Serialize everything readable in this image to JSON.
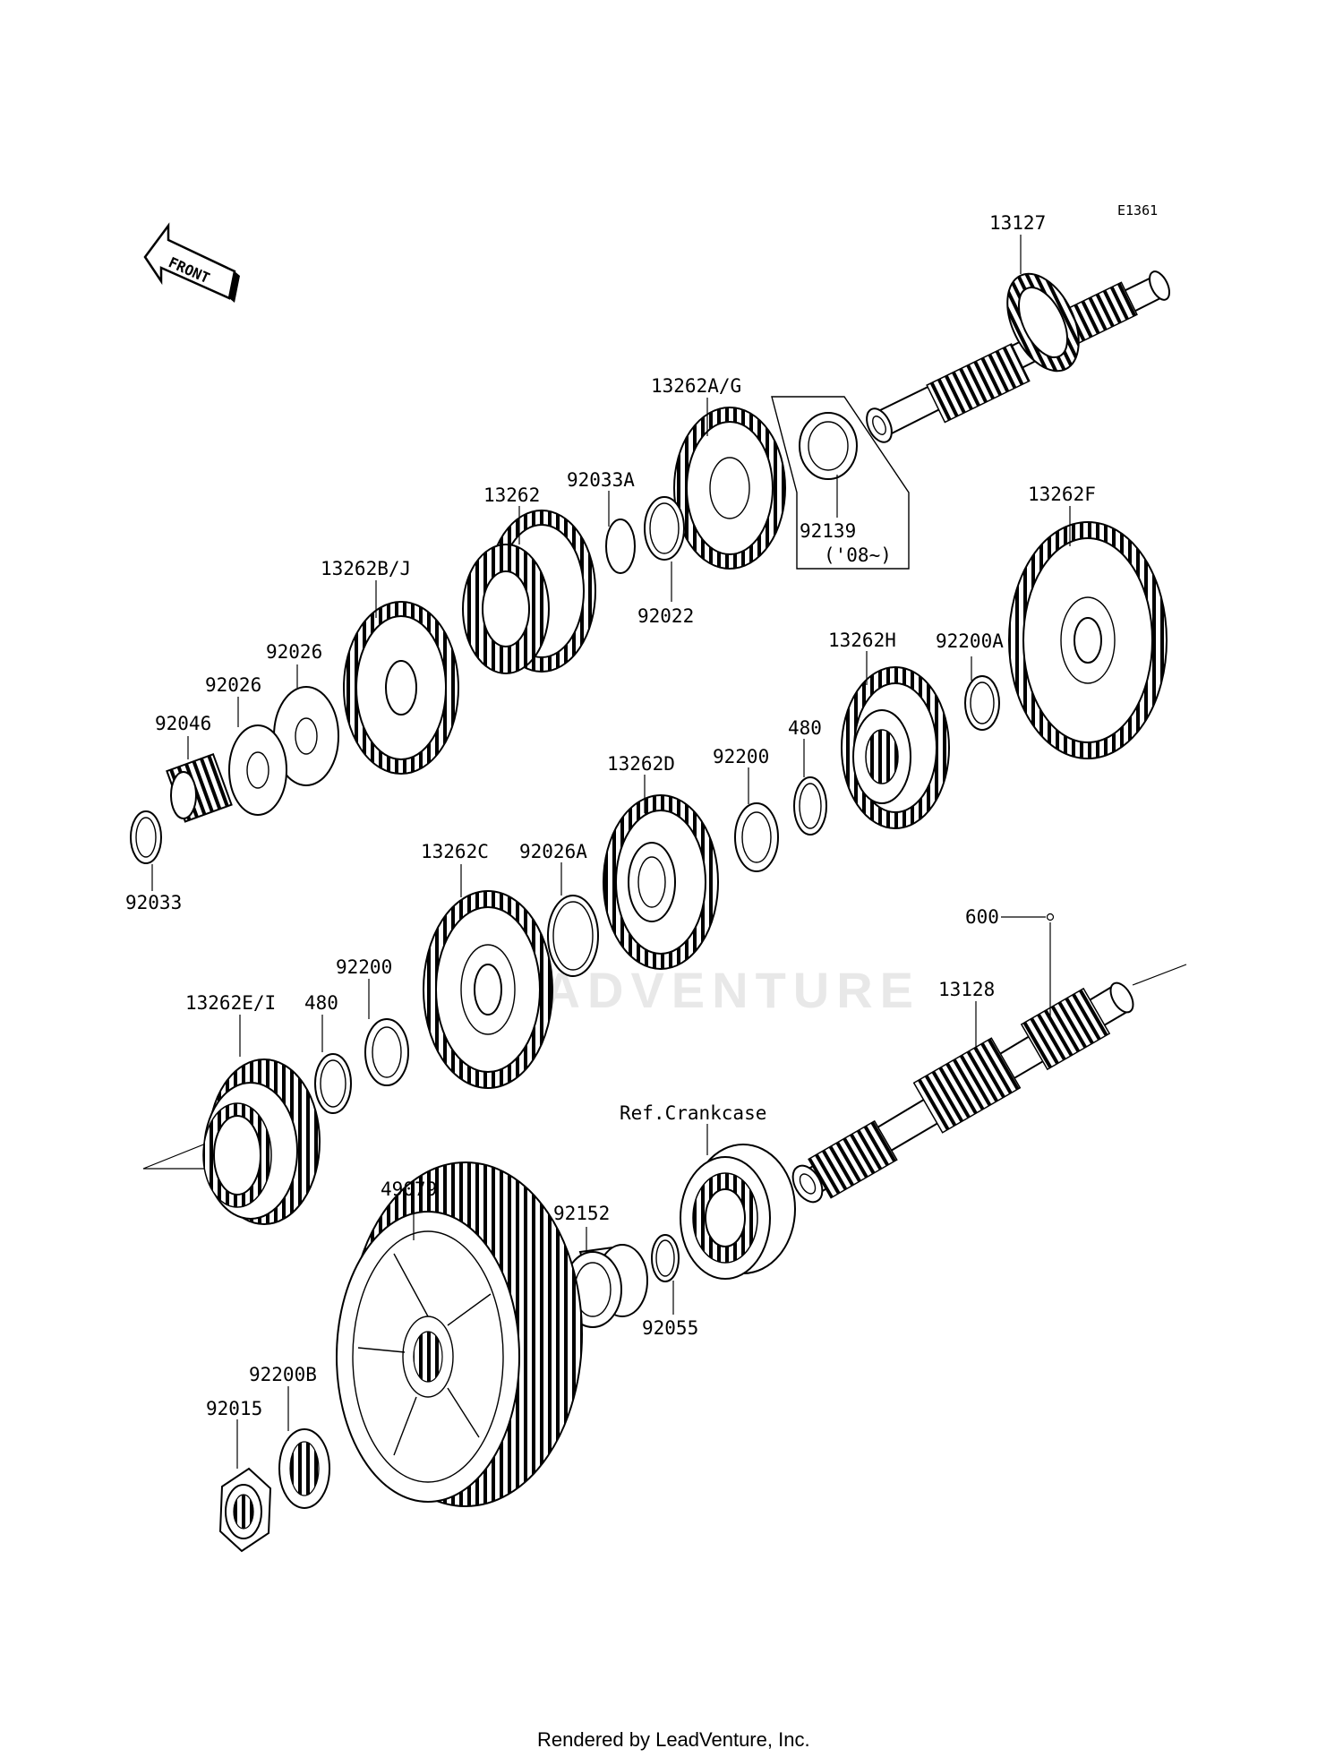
{
  "diagram": {
    "code": "E1361",
    "front_label": "FRONT",
    "watermark": "LEADVENTURE",
    "footer": "Rendered by LeadVenture, Inc.",
    "labels": {
      "p13127": "13127",
      "p13262AG": "13262A/G",
      "p92139": "92139",
      "p92139note": "('08~)",
      "p92033A": "92033A",
      "p92022": "92022",
      "p13262": "13262",
      "p13262BJ": "13262B/J",
      "p92026a": "92026",
      "p92026b": "92026",
      "p92046": "92046",
      "p92033": "92033",
      "p13262F": "13262F",
      "p92200A": "92200A",
      "p13262H": "13262H",
      "p480a": "480",
      "p92200a": "92200",
      "p13262D": "13262D",
      "p92026A": "92026A",
      "p13262C": "13262C",
      "p92200b": "92200",
      "p480b": "480",
      "p13262EI": "13262E/I",
      "p600": "600",
      "p13128": "13128",
      "pRefCrank": "Ref.Crankcase",
      "p49079": "49079",
      "p92152": "92152",
      "p92055": "92055",
      "p92200B": "92200B",
      "p92015": "92015"
    }
  }
}
